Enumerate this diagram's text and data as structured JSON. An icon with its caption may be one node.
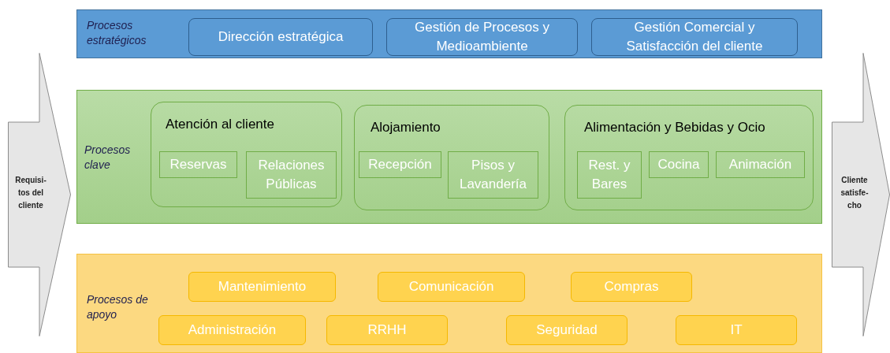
{
  "diagram": {
    "nodes": [
      {
        "text": [
          "Procesos estratégicos"
        ]
      },
      {
        "text": [
          "Dirección estratégica"
        ],
        "in": 0
      },
      {
        "text": [
          "Gestión de Procesos y Medioambiente"
        ],
        "in": 0
      },
      {
        "text": [
          "Gestión Comercial y Satisfacción del cliente"
        ],
        "in": 0
      },
      {
        "text": [
          "Procesos clave"
        ]
      },
      {
        "text": [
          "Atención al cliente"
        ],
        "in": 4
      },
      {
        "text": [
          "Reservas"
        ],
        "in": 5
      },
      {
        "text": [
          "Relaciones Públicas"
        ],
        "in": 5
      },
      {
        "text": [
          "Alojamiento"
        ],
        "in": 4
      },
      {
        "text": [
          "Recepción"
        ],
        "in": 8
      },
      {
        "text": [
          "Pisos y Lavandería"
        ],
        "in": 8
      },
      {
        "text": [
          "Alimentación y Bebidas y Ocio"
        ],
        "in": 4
      },
      {
        "text": [
          "Rest. y Bares"
        ],
        "in": 11
      },
      {
        "text": [
          "Cocina"
        ],
        "in": 11
      },
      {
        "text": [
          "Animación"
        ],
        "in": 11
      },
      {
        "text": [
          "Procesos de apoyo"
        ]
      },
      {
        "text": [
          "Mantenimiento"
        ],
        "in": 15
      },
      {
        "text": [
          "Comunicación"
        ],
        "in": 15
      },
      {
        "text": [
          "Compras"
        ],
        "in": 15
      },
      {
        "text": [
          "Administración"
        ],
        "in": 15
      },
      {
        "text": [
          "RRHH"
        ],
        "in": 15
      },
      {
        "text": [
          "Seguridad"
        ],
        "in": 15
      },
      {
        "text": [
          "IT"
        ],
        "in": 15
      },
      {
        "text": [
          "Requisi-tos del cliente"
        ]
      },
      {
        "text": [
          "Cliente satisfe-cho"
        ]
      }
    ]
  }
}
